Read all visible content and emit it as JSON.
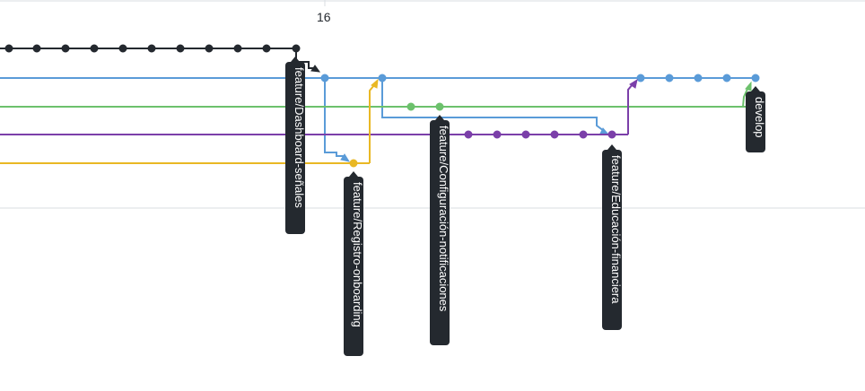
{
  "axis": {
    "tick_label": "16"
  },
  "colors": {
    "black": "#24292f",
    "blue": "#5a9bd8",
    "green": "#6cc16c",
    "purple": "#7b3fa9",
    "yellow": "#e9b824",
    "grid": "#d8dde2"
  },
  "branches": [
    {
      "name": "feature/Dashboard-señales",
      "color": "black"
    },
    {
      "name": "feature/Registro-onboarding",
      "color": "yellow"
    },
    {
      "name": "feature/Configuración-notificaciones",
      "color": "green"
    },
    {
      "name": "feature/Educación-financiera",
      "color": "purple"
    },
    {
      "name": "develop",
      "color": "blue"
    }
  ]
}
